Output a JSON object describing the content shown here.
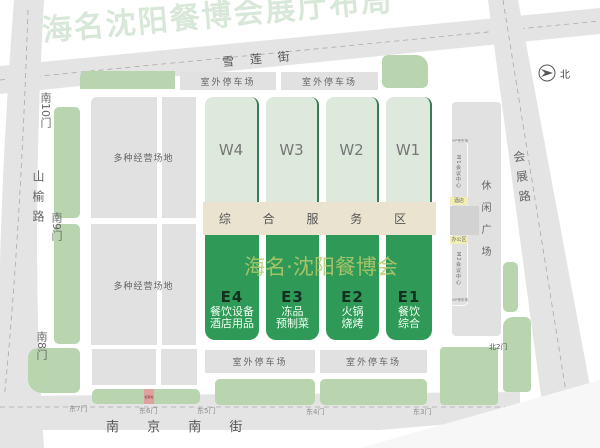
{
  "title": "海名沈阳餐博会展厅布局",
  "watermark": "海名·沈阳餐博会",
  "compass": {
    "icon": "north-arrow-icon",
    "label": "北"
  },
  "roads": {
    "top": "雪 莲 街",
    "left": "山榆路",
    "right": "会展路",
    "bottom": "南 京 南 街"
  },
  "parking_label": "室外停车场",
  "multi_area": "多种经营场地",
  "service_zone": "综 合 服 务 区",
  "west_halls": [
    "W4",
    "W3",
    "W2",
    "W1"
  ],
  "east_halls": [
    {
      "code": "E4",
      "line1": "餐饮设备",
      "line2": "酒店用品"
    },
    {
      "code": "E3",
      "line1": "冻品",
      "line2": "预制菜"
    },
    {
      "code": "E2",
      "line1": "火锅",
      "line2": "烧烤"
    },
    {
      "code": "E1",
      "line1": "餐饮",
      "line2": "综合"
    }
  ],
  "right_zone": {
    "plaza": "休闲广场",
    "vip": "VIP停车场",
    "m1": "M1会议中心",
    "hotel": "酒店",
    "office": "办公区",
    "m2": "M2会议中心"
  },
  "gates": {
    "s10": "南10门",
    "s9": "南9门",
    "s8": "南8门",
    "e7": "东7门",
    "e6": "东6门",
    "e5": "东5门",
    "e4": "东4门",
    "e3": "东3门",
    "n2": "北2门"
  },
  "pink_label": "检票处"
}
